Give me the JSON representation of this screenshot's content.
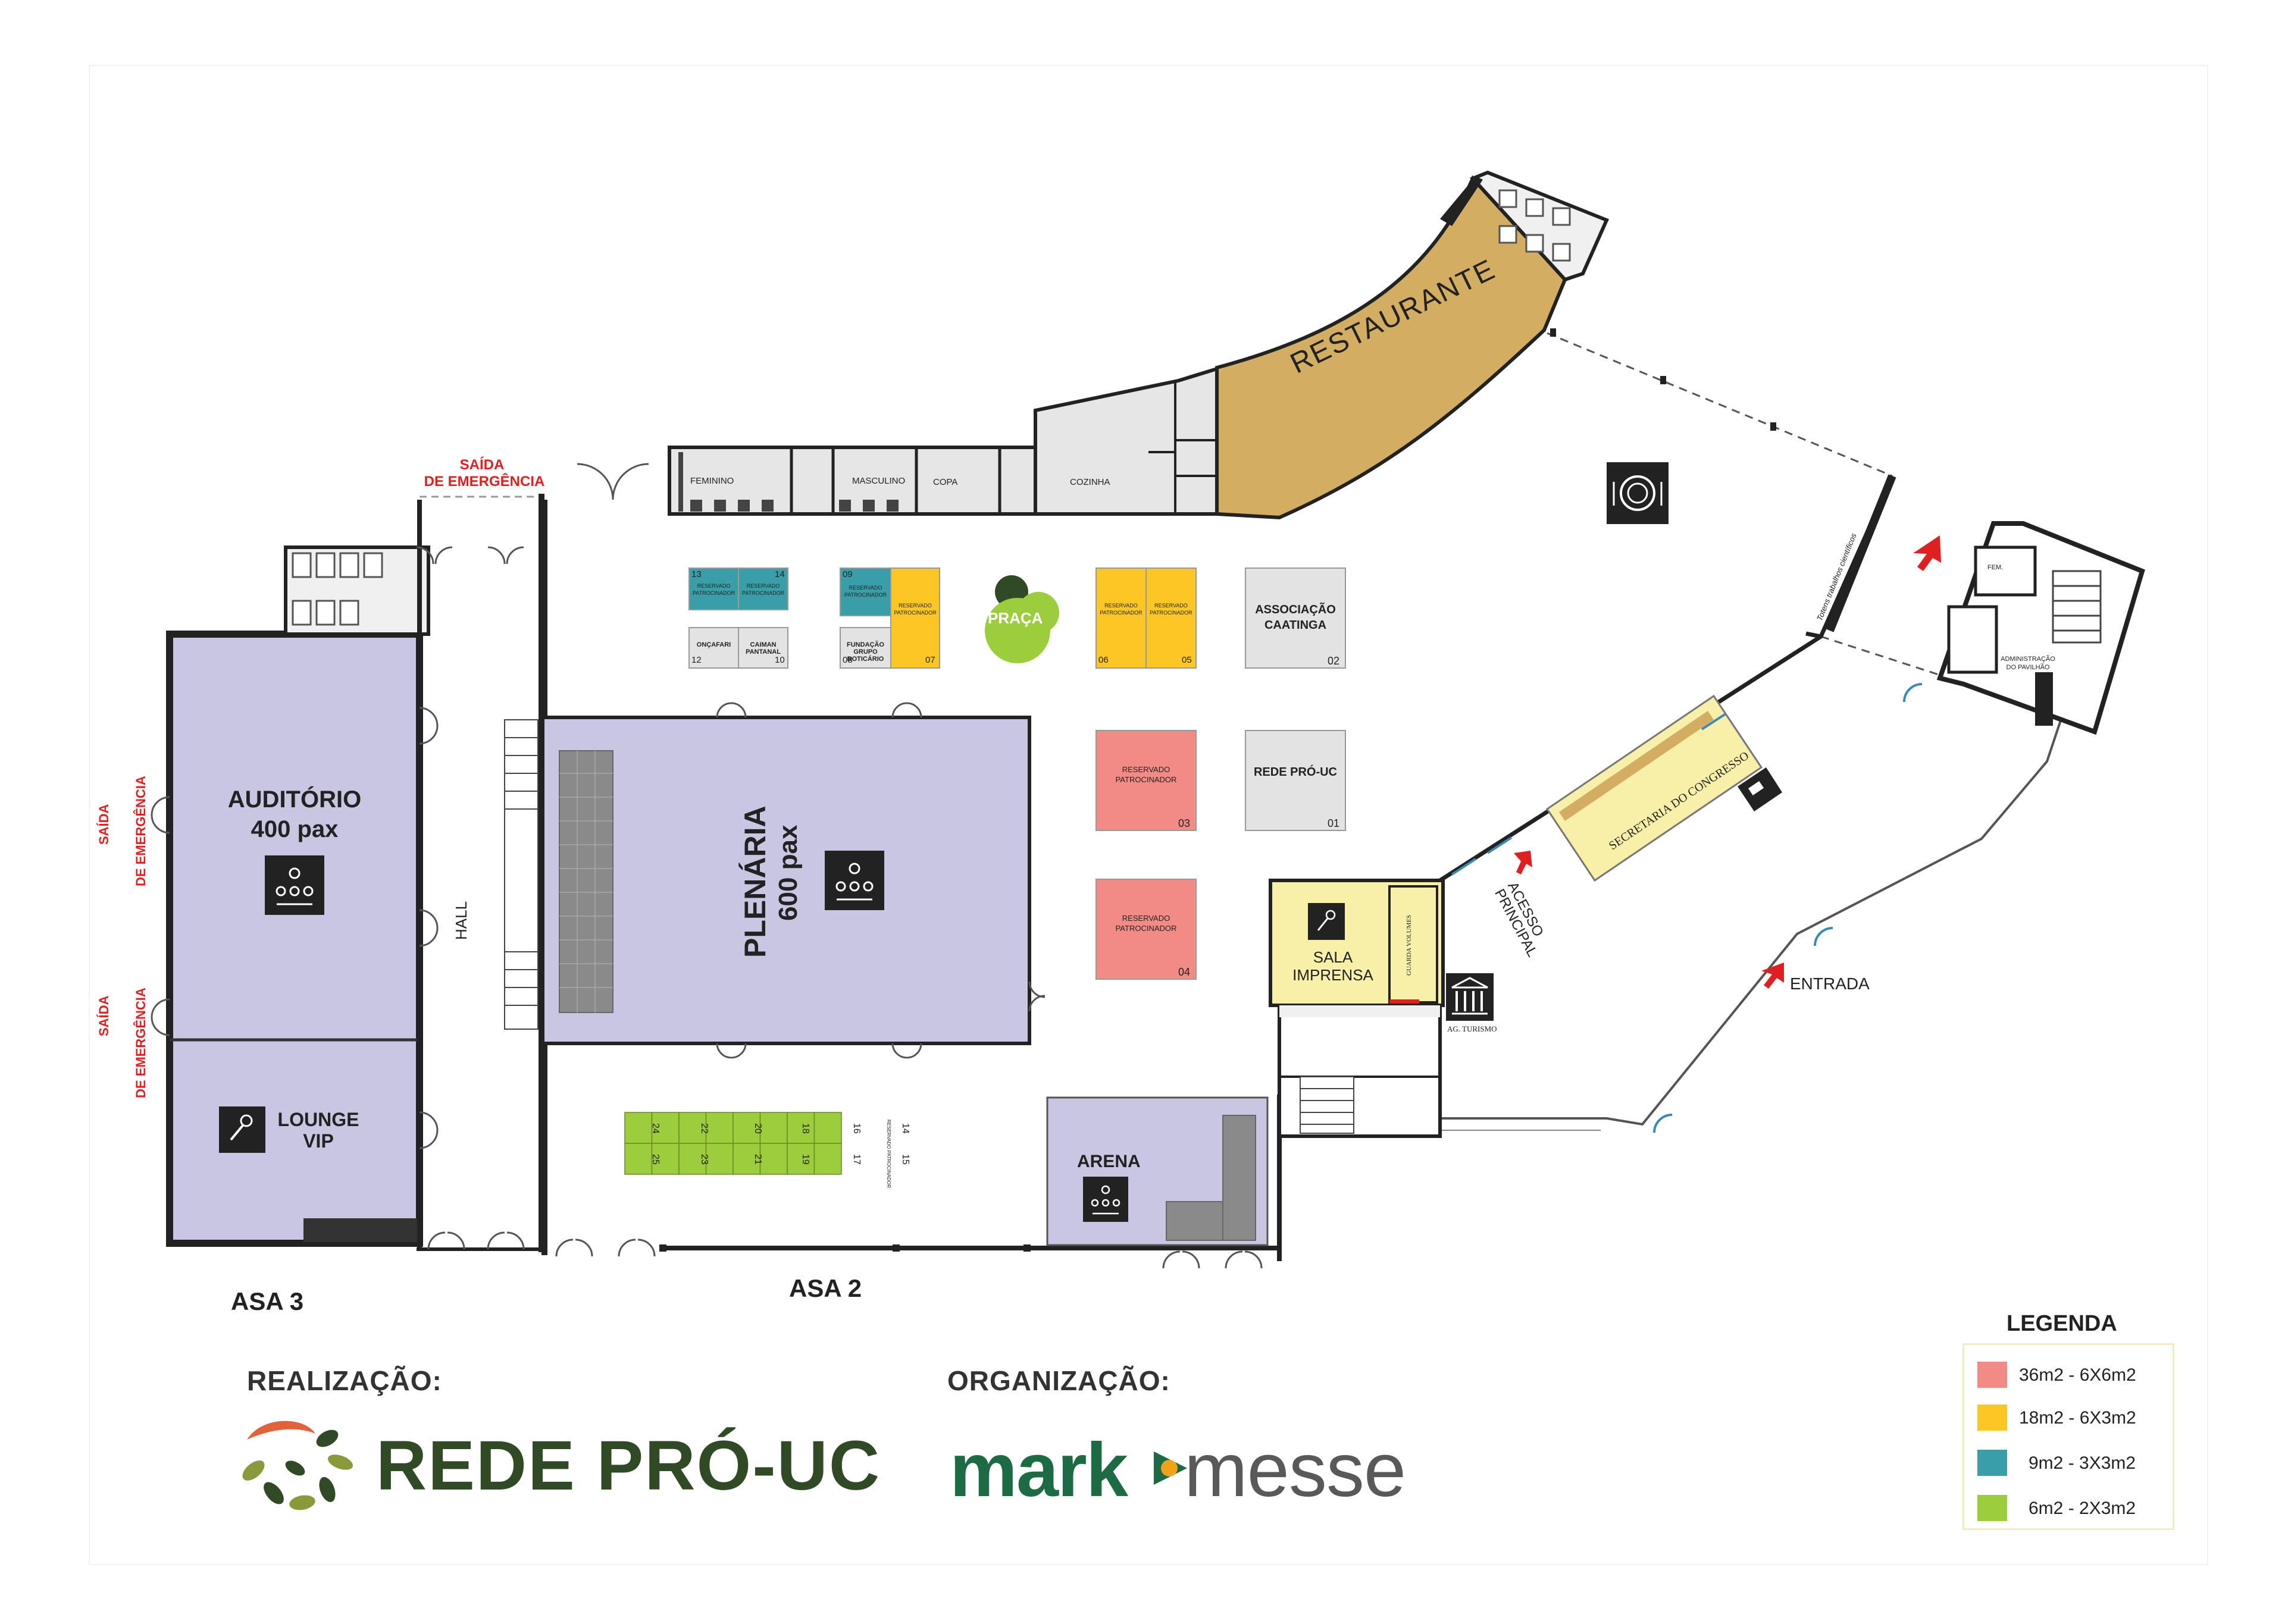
{
  "map": {
    "saida_emergencia_top_line1": "SAÍDA",
    "saida_emergencia_top_line2": "DE EMERGÊNCIA",
    "saida_emergencia_left_line1": "SAÍDA",
    "saida_emergencia_left_line2": "DE EMERGÊNCIA",
    "saida_emergencia_left2_line1": "SAÍDA",
    "saida_emergencia_left2_line2": "DE EMERGÊNCIA",
    "auditorio_line1": "AUDITÓRIO",
    "auditorio_line2": "400 pax",
    "lounge_line1": "LOUNGE",
    "lounge_line2": "VIP",
    "hall": "HALL",
    "plenaria_line1": "PLENÁRIA",
    "plenaria_line2": "600 pax",
    "asa3": "ASA 3",
    "asa2": "ASA 2",
    "restaurante": "RESTAURANTE",
    "feminino": "FEMININO",
    "masculino": "MASCULINO",
    "copa": "COPA",
    "cozinha": "COZINHA",
    "praca": "PRAÇA",
    "arena": "ARENA",
    "sala_imprensa_line1": "SALA",
    "sala_imprensa_line2": "IMPRENSA",
    "guarda_volumes": "GUARDA VOLUMES",
    "ag_turismo": "AG. TURISMO",
    "secretaria": "SECRETARIA DO CONGRESSO",
    "acesso_principal_line1": "ACESSO",
    "acesso_principal_line2": "PRINCIPAL",
    "entrada": "ENTRADA",
    "totens": "Totens trabalhos científicos",
    "administracao_line1": "ADMINISTRAÇÃO",
    "administracao_line2": "DO PAVILHÃO",
    "wc_small": "FEM."
  },
  "booths": [
    {
      "id": "13",
      "label": "RESERVADO PATROCINADOR",
      "type": "9m2"
    },
    {
      "id": "14",
      "label": "RESERVADO PATROCINADOR",
      "type": "9m2"
    },
    {
      "id": "12",
      "label": "ONÇAFARI",
      "type": "gray"
    },
    {
      "id": "10",
      "label": "CAIMAN PANTANAL",
      "type": "gray"
    },
    {
      "id": "09",
      "label": "RESERVADO PATROCINADOR",
      "type": "9m2"
    },
    {
      "id": "08",
      "label": "FUNDAÇÃO GRUPO BOTICÁRIO",
      "type": "gray"
    },
    {
      "id": "07",
      "label": "RESERVADO PATROCINADOR",
      "type": "18m2"
    },
    {
      "id": "06",
      "label": "RESERVADO PATROCINADOR",
      "type": "18m2"
    },
    {
      "id": "05",
      "label": "RESERVADO PATROCINADOR",
      "type": "18m2"
    },
    {
      "id": "02",
      "label": "ASSOCIAÇÃO CAATINGA",
      "type": "gray"
    },
    {
      "id": "03",
      "label": "RESERVADO PATROCINADOR",
      "type": "36m2"
    },
    {
      "id": "01",
      "label": "REDE PRÓ-UC",
      "type": "gray"
    },
    {
      "id": "04",
      "label": "RESERVADO PATROCINADOR",
      "type": "36m2"
    }
  ],
  "green_booths_top": [
    "24",
    "22",
    "20",
    "18",
    "16",
    "14"
  ],
  "green_booths_bottom": [
    "25",
    "23",
    "21",
    "19",
    "17",
    "15"
  ],
  "green_booth_note": "RESERVADO PATROCINADOR",
  "legend": {
    "title": "LEGENDA",
    "items": [
      {
        "label": "36m2 - 6X6m2",
        "color": "#f28b86"
      },
      {
        "label": "18m2 - 6X3m2",
        "color": "#fcc724"
      },
      {
        "label": "9m2 - 3X3m2",
        "color": "#3a9ea8"
      },
      {
        "label": "6m2 - 2X3m2",
        "color": "#9ccd3c"
      }
    ]
  },
  "footer": {
    "realizacao": "REALIZAÇÃO:",
    "organizacao": "ORGANIZAÇÃO:",
    "rede_logo_text": "REDE PRÓ-UC",
    "mark_text": "mark",
    "messe_text": "messe"
  },
  "colors": {
    "room_purple": "#c9c6e3",
    "restaurant": "#d3ad62",
    "service_gray": "#e3e3e3",
    "secretaria_yellow": "#f8f0a8",
    "green_booth": "#9ccd3c",
    "praca_green": "#9ccd3c"
  }
}
